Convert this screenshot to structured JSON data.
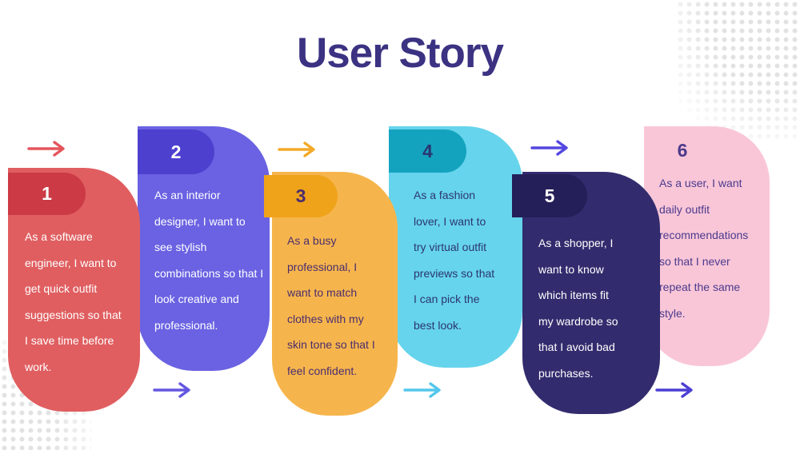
{
  "title": "User Story",
  "title_color": "#3b3282",
  "background_color": "#ffffff",
  "dot_pattern_color": "#e2e2e2",
  "cards": [
    {
      "number": "1",
      "story": "As a software engineer, I want to get quick outfit suggestions so that I save time before work.",
      "arrow_position": "top",
      "colors": {
        "body": "#e05e60",
        "badge": "#cb3a45",
        "text": "#ffffff",
        "arrow": "#e4555b"
      }
    },
    {
      "number": "2",
      "story": "As an interior designer, I want to see stylish combinations so that I look creative and professional.",
      "arrow_position": "bottom",
      "colors": {
        "body": "#6a62e2",
        "badge": "#4d40cf",
        "text": "#ffffff",
        "arrow": "#6356e0"
      }
    },
    {
      "number": "3",
      "story": "As a busy professional, I want to match clothes with my skin tone so that I feel confident.",
      "arrow_position": "top",
      "colors": {
        "body": "#f6b54c",
        "badge": "#efa31a",
        "text": "#4a2d6e",
        "arrow": "#f3a929"
      }
    },
    {
      "number": "4",
      "story": "As a fashion lover, I want to try virtual outfit previews so that I can pick the best look.",
      "arrow_position": "bottom",
      "colors": {
        "body": "#66d4ec",
        "badge": "#14a3bf",
        "text": "#2b3571",
        "arrow": "#54c7ec"
      }
    },
    {
      "number": "5",
      "story": "As a shopper, I want to know which items fit my wardrobe so that I avoid bad purchases.",
      "arrow_position": "top",
      "colors": {
        "body": "#322c6e",
        "badge": "#241f58",
        "text": "#ffffff",
        "arrow": "#5347e0"
      }
    },
    {
      "number": "6",
      "story": "As a user, I want daily outfit recommendations so that I never repeat the same style.",
      "arrow_position": "bottom",
      "colors": {
        "body": "#f9c6d8",
        "badge": "#f9c6d8",
        "text": "#4b3a8c",
        "arrow": "#4b3fd4"
      }
    }
  ]
}
